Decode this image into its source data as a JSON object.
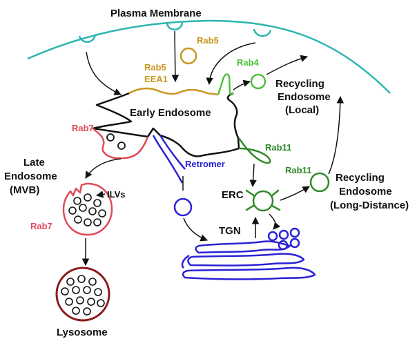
{
  "labels": {
    "plasma_membrane": "Plasma Membrane",
    "rab5_vesicle": "Rab5",
    "rab5_ee": "Rab5",
    "eea1": "EEA1",
    "rab4": "Rab4",
    "early_endosome": "Early Endosome",
    "recycling_local_l1": "Recycling",
    "recycling_local_l2": "Endosome",
    "recycling_local_l3": "(Local)",
    "rab7_ee": "Rab7",
    "retromer": "Retromer",
    "rab11_upper": "Rab11",
    "rab11_lower": "Rab11",
    "late_endosome_l1": "Late",
    "late_endosome_l2": "Endosome",
    "late_endosome_l3": "(MVB)",
    "ilvs": "ILVs",
    "rab7_mvb": "Rab7",
    "erc": "ERC",
    "recycling_ld_l1": "Recycling",
    "recycling_ld_l2": "Endosome",
    "recycling_ld_l3": "(Long-Distance)",
    "tgn": "TGN",
    "lysosome": "Lysosome"
  },
  "colors": {
    "membrane": "#2bb5b0",
    "rab5": "#c8961e",
    "rab4": "#4cc13a",
    "rab7": "#e04a5a",
    "retromer": "#2a22d6",
    "rab11": "#2f8a2a",
    "lysosome": "#8b1a1a",
    "black": "#111111"
  }
}
